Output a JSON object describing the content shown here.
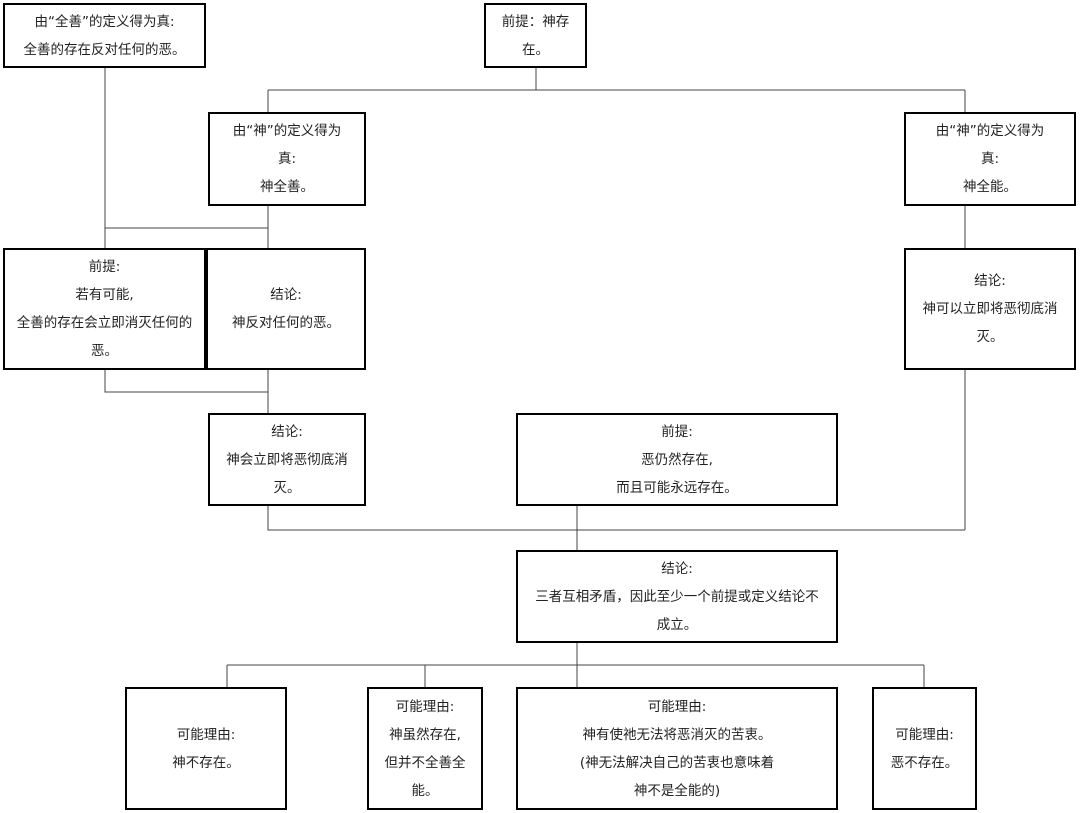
{
  "colors": {
    "border": "#000000",
    "line": "#444444",
    "text": "#222222",
    "background": "#ffffff"
  },
  "boxes": [
    {
      "name": "box-def-all-good",
      "lines": [
        "由“全善”的定义得为真:",
        "全善的存在反对任何的恶。"
      ]
    },
    {
      "name": "box-premise-god-exists",
      "lines": [
        "前提：神存在。"
      ]
    },
    {
      "name": "box-def-god-good",
      "lines": [
        "由“神”的定义得为",
        "真:",
        "神全善。"
      ]
    },
    {
      "name": "box-def-god-powerful",
      "lines": [
        "由“神”的定义得为",
        "真:",
        "神全能。"
      ]
    },
    {
      "name": "box-premise-if-possible",
      "lines": [
        "前提:",
        "若有可能,",
        "全善的存在会立即消灭任何的",
        "恶。"
      ]
    },
    {
      "name": "box-conclusion-opposes-evil",
      "lines": [
        "结论:",
        "神反对任何的恶。"
      ]
    },
    {
      "name": "box-conclusion-can-eliminate",
      "lines": [
        "结论:",
        "神可以立即将恶彻底消",
        "灭。"
      ]
    },
    {
      "name": "box-conclusion-will-eliminate",
      "lines": [
        "结论:",
        "神会立即将恶彻底消",
        "灭。"
      ]
    },
    {
      "name": "box-premise-evil-exists",
      "lines": [
        "前提:",
        "恶仍然存在,",
        "而且可能永远存在。"
      ]
    },
    {
      "name": "box-conclusion-contradiction",
      "lines": [
        "结论:",
        "三者互相矛盾，因此至少一个前提或定义结论不",
        "成立。"
      ]
    },
    {
      "name": "box-reason-no-god",
      "lines": [
        "可能理由:",
        "神不存在。"
      ]
    },
    {
      "name": "box-reason-not-all-good",
      "lines": [
        "可能理由:",
        "神虽然存在,",
        "但并不全善全",
        "能。"
      ]
    },
    {
      "name": "box-reason-suffering",
      "lines": [
        "可能理由:",
        "神有使祂无法将恶消灭的苦衷。",
        "(神无法解决自己的苦衷也意味着",
        "神不是全能的)"
      ]
    },
    {
      "name": "box-reason-no-evil",
      "lines": [
        "可能理由:",
        "恶不存在。"
      ]
    }
  ]
}
